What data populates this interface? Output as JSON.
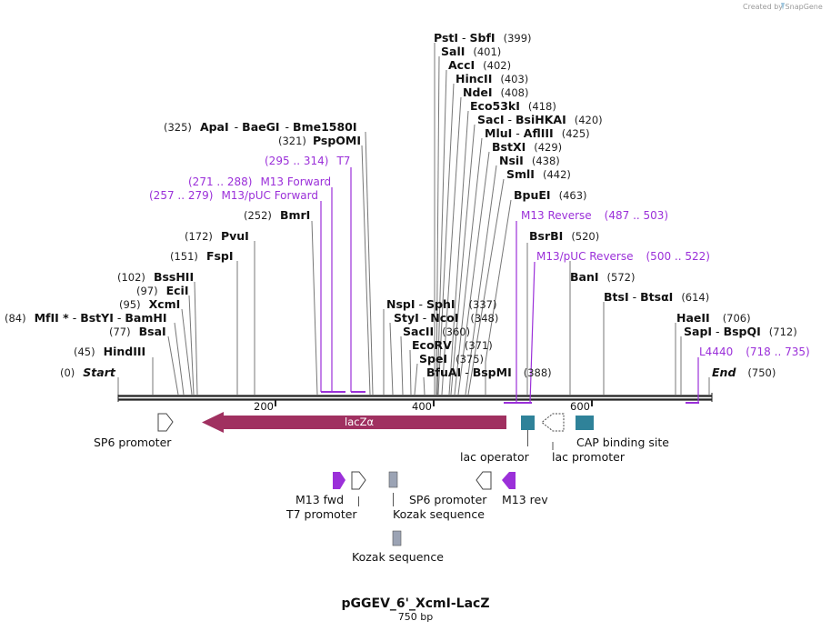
{
  "credit": "Created by SnapGene",
  "plasmid": {
    "name": "pGGEV_6'_XcmI-LacZ",
    "length": "750 bp"
  },
  "ticks": [
    "200",
    "400",
    "600"
  ],
  "sites": [
    {
      "pos": "(399)",
      "names": [
        "PstI",
        "SbfI"
      ],
      "bp": 399
    },
    {
      "pos": "(401)",
      "names": [
        "SalI"
      ],
      "bp": 401
    },
    {
      "pos": "(402)",
      "names": [
        "AccI"
      ],
      "bp": 402
    },
    {
      "pos": "(403)",
      "names": [
        "HincII"
      ],
      "bp": 403
    },
    {
      "pos": "(408)",
      "names": [
        "NdeI"
      ],
      "bp": 408
    },
    {
      "pos": "(418)",
      "names": [
        "Eco53kI"
      ],
      "bp": 418
    },
    {
      "pos": "(420)",
      "names": [
        "SacI",
        "BsiHKAI"
      ],
      "bp": 420
    },
    {
      "pos": "(425)",
      "names": [
        "MluI",
        "AflIII"
      ],
      "bp": 425
    },
    {
      "pos": "(429)",
      "names": [
        "BstXI"
      ],
      "bp": 429
    },
    {
      "pos": "(438)",
      "names": [
        "NsiI"
      ],
      "bp": 438
    },
    {
      "pos": "(442)",
      "names": [
        "SmlI"
      ],
      "bp": 442
    },
    {
      "pos": "(463)",
      "names": [
        "BpuEI"
      ],
      "bp": 463
    },
    {
      "pos": "(520)",
      "names": [
        "BsrBI"
      ],
      "bp": 520
    },
    {
      "pos": "(572)",
      "names": [
        "BanI"
      ],
      "bp": 572
    },
    {
      "pos": "(614)",
      "names": [
        "BtsI",
        "BtsαI"
      ],
      "bp": 614
    },
    {
      "pos": "(706)",
      "names": [
        "HaeII"
      ],
      "bp": 706
    },
    {
      "pos": "(712)",
      "names": [
        "SapI",
        "BspQI"
      ],
      "bp": 712
    },
    {
      "pos": "(325)",
      "names": [
        "ApaI",
        "BaeGI",
        "Bme1580I"
      ],
      "bp": 325
    },
    {
      "pos": "(321)",
      "names": [
        "PspOMI"
      ],
      "bp": 321
    },
    {
      "pos": "(252)",
      "names": [
        "BmrI"
      ],
      "bp": 252
    },
    {
      "pos": "(172)",
      "names": [
        "PvuI"
      ],
      "bp": 172
    },
    {
      "pos": "(151)",
      "names": [
        "FspI"
      ],
      "bp": 151
    },
    {
      "pos": "(102)",
      "names": [
        "BssHII"
      ],
      "bp": 102
    },
    {
      "pos": "(97)",
      "names": [
        "EciI"
      ],
      "bp": 97
    },
    {
      "pos": "(95)",
      "names": [
        "XcmI"
      ],
      "bp": 95
    },
    {
      "pos": "(84)",
      "names": [
        "MfII *",
        "BstYI",
        "BamHI"
      ],
      "bp": 84
    },
    {
      "pos": "(77)",
      "names": [
        "BsaI"
      ],
      "bp": 77
    },
    {
      "pos": "(45)",
      "names": [
        "HindIII"
      ],
      "bp": 45
    },
    {
      "pos": "(0)",
      "names": [
        "Start"
      ],
      "bp": 0
    },
    {
      "pos": "(337)",
      "names": [
        "NspI",
        "SphI"
      ],
      "bp": 337
    },
    {
      "pos": "(348)",
      "names": [
        "StyI",
        "NcoI"
      ],
      "bp": 348
    },
    {
      "pos": "(360)",
      "names": [
        "SacII"
      ],
      "bp": 360
    },
    {
      "pos": "(371)",
      "names": [
        "EcoRV"
      ],
      "bp": 371
    },
    {
      "pos": "(375)",
      "names": [
        "SpeI"
      ],
      "bp": 375
    },
    {
      "pos": "(388)",
      "names": [
        "BfuAI",
        "BspMI"
      ],
      "bp": 388
    },
    {
      "pos": "(750)",
      "names": [
        "End"
      ],
      "bp": 750
    }
  ],
  "primers": [
    {
      "range": "(295 .. 314)",
      "name": "T7"
    },
    {
      "range": "(271 .. 288)",
      "name": "M13 Forward"
    },
    {
      "range": "(257 .. 279)",
      "name": "M13/pUC Forward"
    },
    {
      "name": "M13 Reverse",
      "range": "(487 .. 503)"
    },
    {
      "name": "M13/pUC Reverse",
      "range": "(500 .. 522)"
    },
    {
      "name": "L4440",
      "range": "(718 .. 735)"
    }
  ],
  "features": {
    "lacz": "lacZα",
    "sp6_promoter_top": "SP6 promoter",
    "lac_operator": "lac operator",
    "lac_promoter": "lac promoter",
    "cap_site": "CAP binding site",
    "m13_fwd": "M13 fwd",
    "t7_promoter": "T7 promoter",
    "kozak_1": "Kozak sequence",
    "sp6_promoter_bottom": "SP6 promoter",
    "m13_rev": "M13 rev",
    "kozak_2": "Kozak sequence"
  },
  "colors": {
    "lacz": "#a03060",
    "cap": "#2f8299",
    "lac_operator": "#2f8299",
    "primer": "#9b30d9",
    "kozak": "#9ba3b4"
  }
}
